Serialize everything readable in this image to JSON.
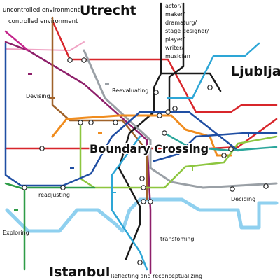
{
  "cities": {
    "utrecht": "Utrecht",
    "ljubljana": "Ljubljana",
    "istanbul": "Istanbul"
  },
  "hub": "Boundary Crossing",
  "legend": {
    "uncontrolled": "uncontrolled environment",
    "controlled": "controlled environment"
  },
  "roles": [
    "actor/",
    "maker/",
    "dramaturg/",
    "stage designer/",
    "player/",
    "writer/",
    "musician"
  ],
  "stations": {
    "devising": "Devising",
    "reevaluating": "Reevaluating",
    "readjusting": "readjusting",
    "exploring": "Exploring",
    "deciding": "Deciding",
    "transforming": "transfoming",
    "reflecting": "Reflecting and reconceptualizing"
  },
  "colors": {
    "red": "#d8262b",
    "purple": "#8e1f6a",
    "magenta": "#c4268c",
    "brown": "#a0622a",
    "black": "#1a1a1a",
    "grey": "#9aa0a6",
    "orange": "#f08c1e",
    "lime": "#8dc63f",
    "green": "#2e9c47",
    "blue": "#1f4ea3",
    "cyan": "#2da6d6",
    "lightblue": "#8fd0ef",
    "teal": "#2aa69b",
    "pink": "#f0a3c4"
  }
}
